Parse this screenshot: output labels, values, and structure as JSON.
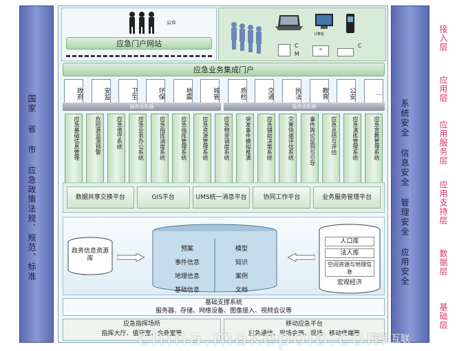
{
  "left_bar": {
    "text": "国家 省 市 应急政策法规、规范、标准"
  },
  "right_bar": {
    "text": "系统安全 信息安全 管理安全 应用安全"
  },
  "layers": [
    {
      "label": "接入层"
    },
    {
      "label": "应用层"
    },
    {
      "label": "应用服务层"
    },
    {
      "label": "应用支持层"
    },
    {
      "label": "数据层"
    },
    {
      "label": "基础层"
    }
  ],
  "access": {
    "public_label": "公众",
    "portal_label": "应急门户网站",
    "device_labels": {
      "computer": "计算机",
      "c1": "C",
      "m": "M",
      "c2": "C"
    }
  },
  "integration_portal": {
    "label": "应急业务集成门户"
  },
  "departments": [
    "政府",
    "安监",
    "卫生",
    "环保",
    "地震",
    "城管",
    "质检",
    "交通",
    "执法",
    "教育",
    "公安",
    "…"
  ],
  "adapters": [
    "服务适配器",
    "服务适配器"
  ],
  "systems": [
    "应急基础信息管理",
    "危险源监测预警",
    "应急值守系统",
    "应急业务办公系统",
    "应急指挥调度系统",
    "应急指挥管理系统",
    "应急资源管理系统",
    "应急物资调度系统",
    "突发事件模拟推演",
    "应急辅助决策系统",
    "灾害快速评估系统",
    "事件舆论监测与引导",
    "应急总结与评估",
    "应急演练管理系统",
    "应急宣教管理系统"
  ],
  "platforms": [
    "数据共享交换平台",
    "GIS平台",
    "UMS统一消息平台",
    "协同工作平台",
    "业务服务管理平台"
  ],
  "data_layer": {
    "gov_db": "政务信息资源库",
    "center_left": [
      "预案",
      "事件信息",
      "地理信息",
      "基础信息"
    ],
    "center_right": [
      "模型",
      "知识",
      "案例",
      "文档"
    ],
    "right_db": [
      "人口库",
      "法人库",
      "空间资源与地理信息",
      "宏观经济"
    ]
  },
  "infra": {
    "title": "基础支撑系统",
    "detail": "服务器、存储、网络设备、图像接入、视频会议等"
  },
  "bottom": {
    "left_title": "应急指挥场所",
    "left_detail": "指挥大厅、值守室、会商室等",
    "right_title": "移动应急平台",
    "right_detail": "应急通信、现场会商、现场、移动终端等"
  },
  "watermark": {
    "text": "china.makepolo.com",
    "brand": "安全互联"
  }
}
